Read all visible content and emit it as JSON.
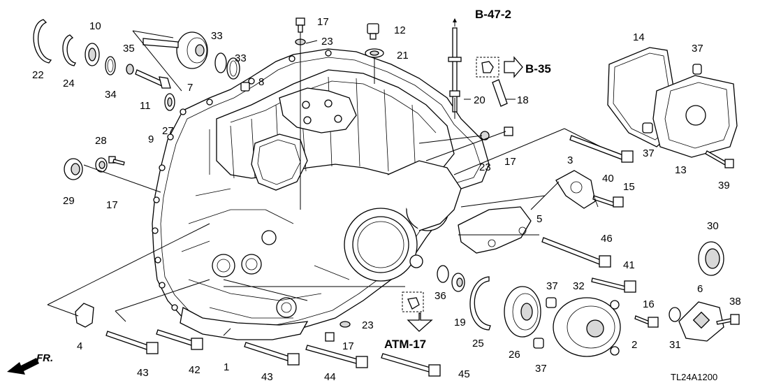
{
  "diagram": {
    "code": "TL24A1200",
    "direction_label": "FR.",
    "references": {
      "ref_b47_2": "B-47-2",
      "ref_b35": "B-35",
      "ref_atm17": "ATM-17"
    },
    "part_numbers": {
      "n1": "1",
      "n2": "2",
      "n3": "3",
      "n4": "4",
      "n5": "5",
      "n6": "6",
      "n7": "7",
      "n8": "8",
      "n9": "9",
      "n10": "10",
      "n11": "11",
      "n12": "12",
      "n13": "13",
      "n14": "14",
      "n15": "15",
      "n16": "16",
      "n17a": "17",
      "n17b": "17",
      "n17c": "17",
      "n17d": "17",
      "n18": "18",
      "n19": "19",
      "n20": "20",
      "n21": "21",
      "n22": "22",
      "n23a": "23",
      "n23b": "23",
      "n23c": "23",
      "n24": "24",
      "n25": "25",
      "n26": "26",
      "n27": "27",
      "n28": "28",
      "n29": "29",
      "n30": "30",
      "n31": "31",
      "n32": "32",
      "n33a": "33",
      "n33b": "33",
      "n34": "34",
      "n35": "35",
      "n37a": "37",
      "n37b": "37",
      "n37c": "37",
      "n37d": "37",
      "n38": "38",
      "n39": "39",
      "n40": "40",
      "n41": "41",
      "n42": "42",
      "n43a": "43",
      "n43b": "43",
      "n44": "44",
      "n45": "45",
      "n46": "46",
      "n36": "36"
    }
  }
}
